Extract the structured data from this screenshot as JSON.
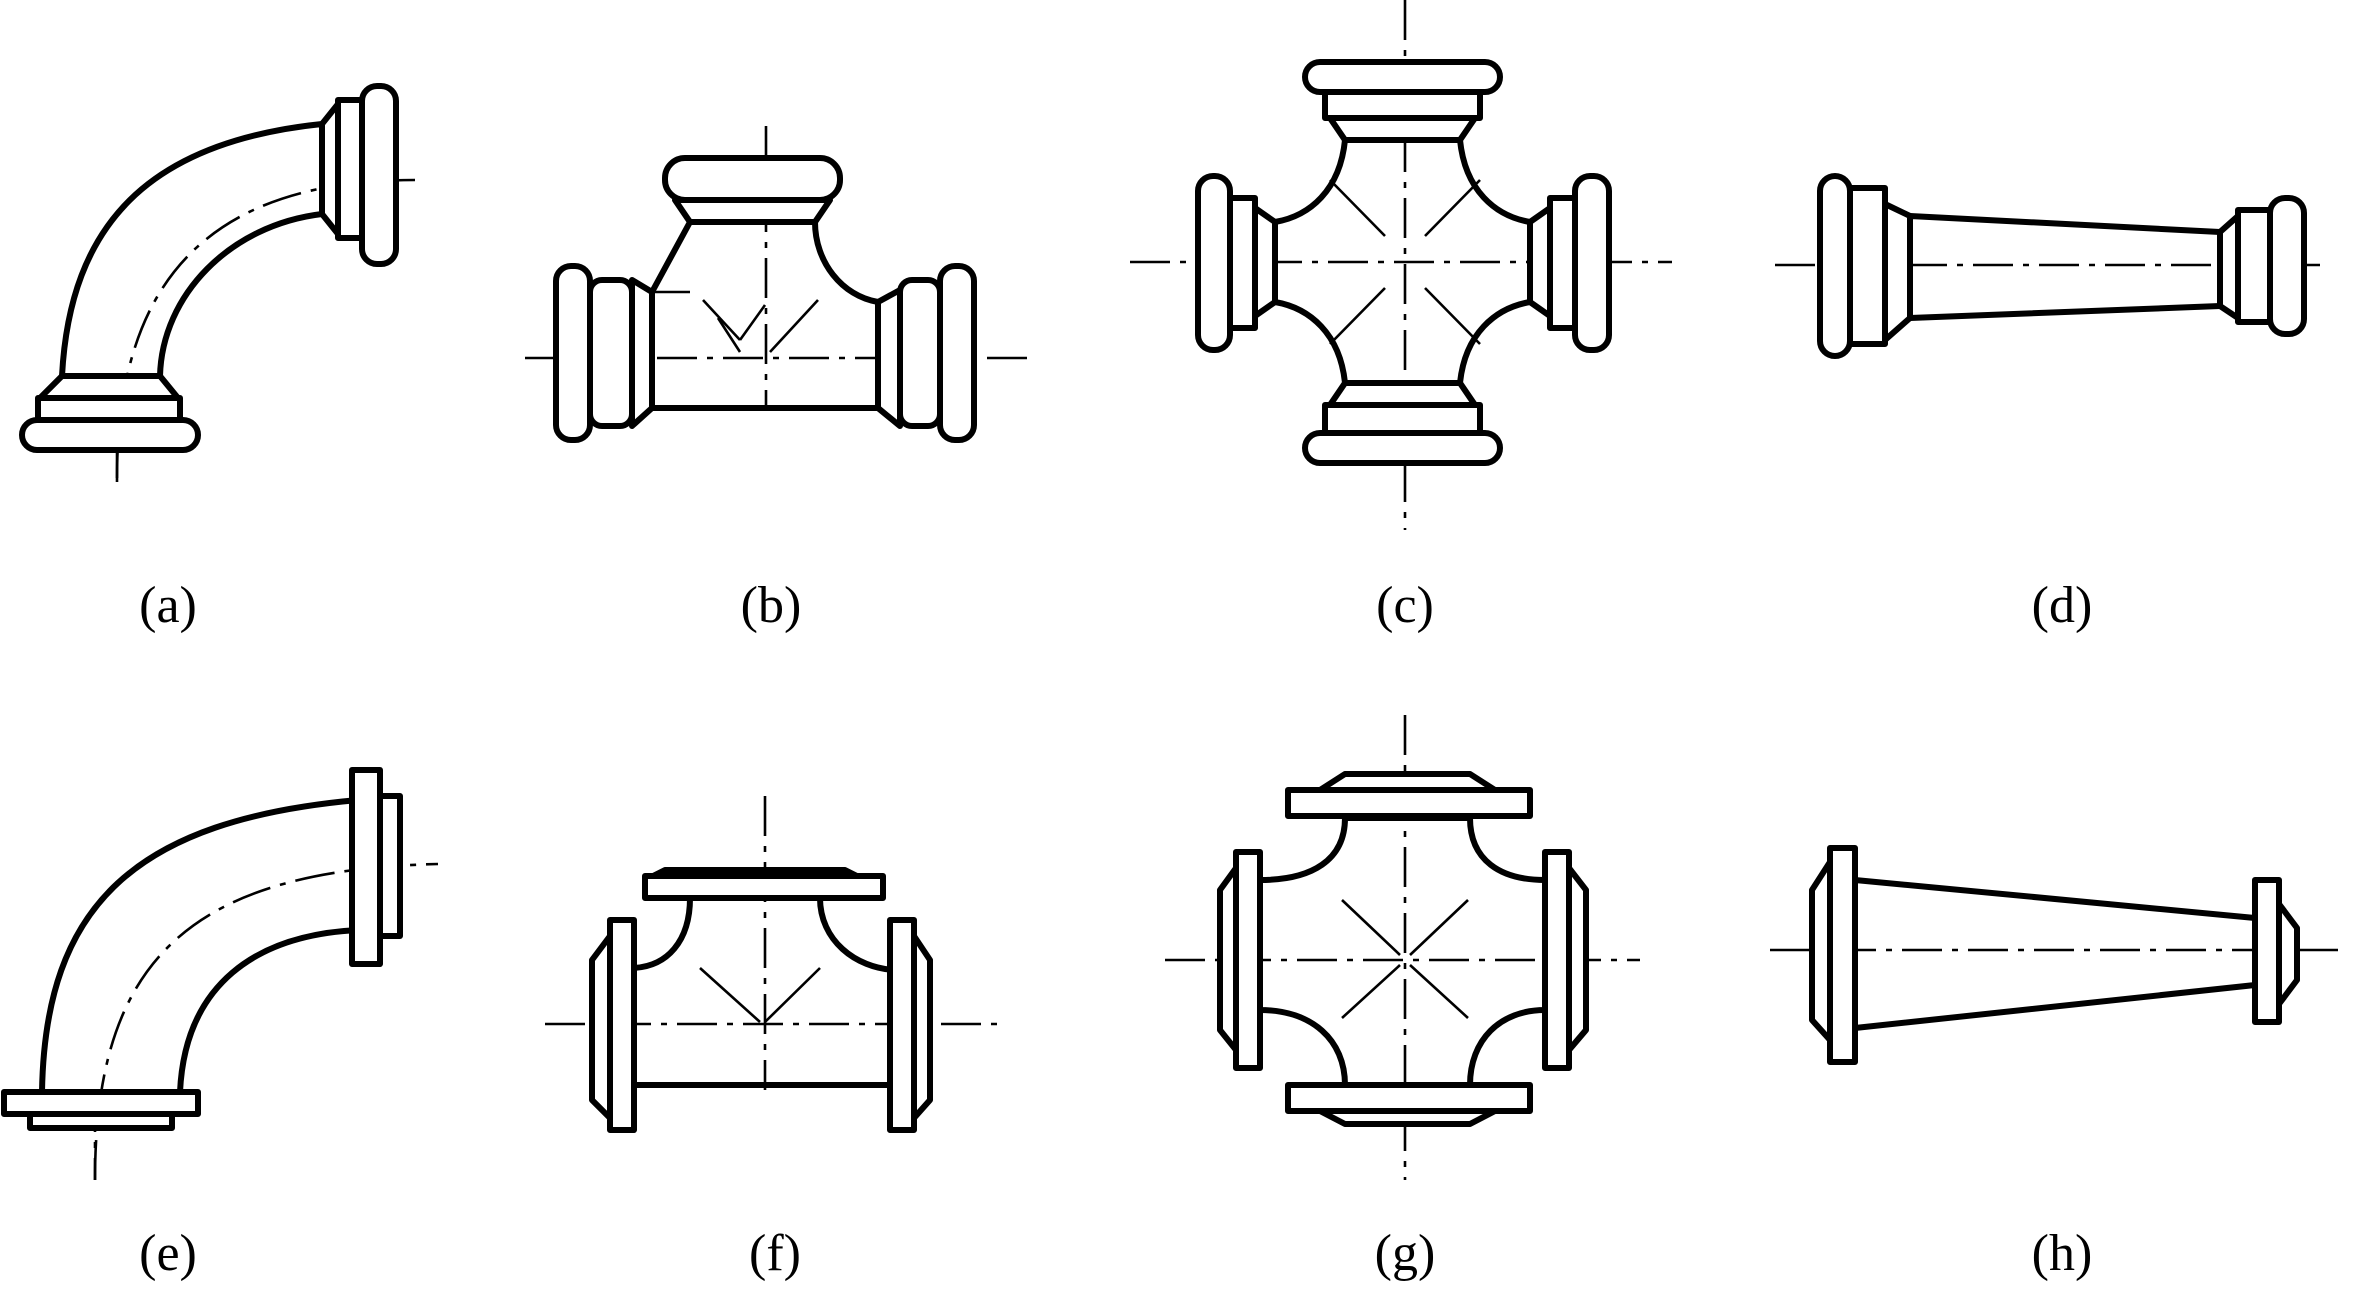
{
  "figure": {
    "labels": {
      "a": "(a)",
      "b": "(b)",
      "c": "(c)",
      "d": "(d)",
      "e": "(e)",
      "f": "(f)",
      "g": "(g)",
      "h": "(h)"
    }
  }
}
